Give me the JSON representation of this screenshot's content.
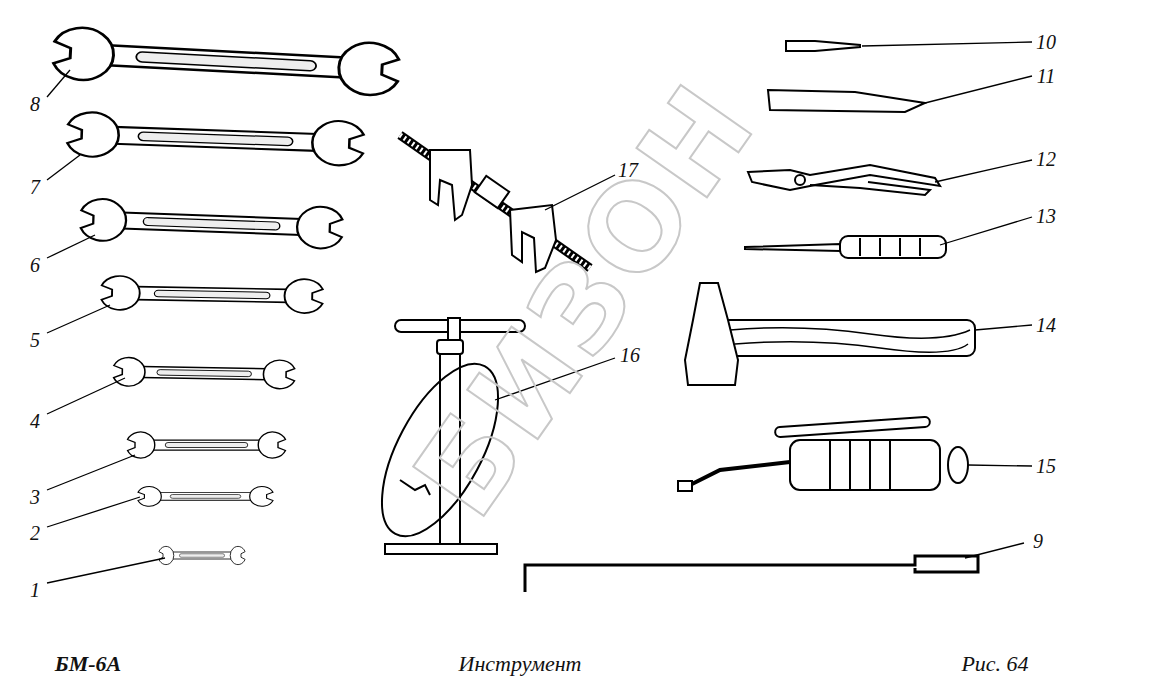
{
  "diagram": {
    "title": "Инструмент",
    "caption": "Рис. 64",
    "labels": [
      "1",
      "2",
      "3",
      "4",
      "5",
      "6",
      "7",
      "8",
      "9",
      "10",
      "11",
      "12",
      "13",
      "14",
      "15",
      "16",
      "17",
      "БМ-6А",
      "БИЗОН"
    ]
  }
}
